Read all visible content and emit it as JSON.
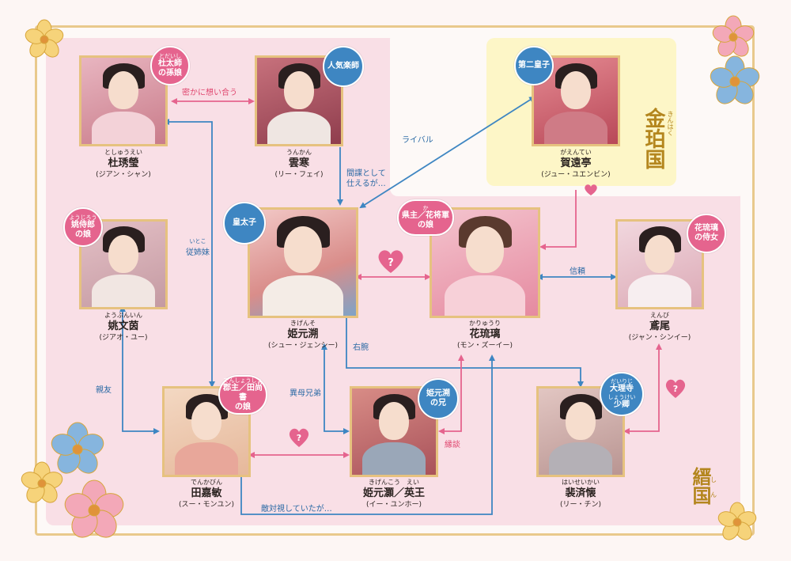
{
  "nations": {
    "kin": {
      "ruby": "きんはく",
      "name": "金珀国"
    },
    "shin": {
      "ruby": "しん",
      "name": "縉国"
    }
  },
  "characters": {
    "to": {
      "ruby": "としゅうえい",
      "name": "杜琇瑩",
      "actor": "(ジアン・シャン)"
    },
    "un": {
      "ruby": "うんかん",
      "name": "雲寒",
      "actor": "(リー・フェイ)"
    },
    "ga": {
      "ruby": "がえんてい",
      "name": "賀遠亭",
      "actor": "(ジュー・ユエンビン)"
    },
    "yo": {
      "ruby": "ようぶんいん",
      "name": "姚文茵",
      "actor": "(ジアオ・ユー)"
    },
    "ki": {
      "ruby": "きげんそ",
      "name": "姫元溯",
      "actor": "(シュー・ジェンシー)"
    },
    "ka": {
      "ruby": "かりゅうり",
      "name": "花琉璃",
      "actor": "(モン・ズーイー)"
    },
    "en": {
      "ruby": "えんび",
      "name": "鳶尾",
      "actor": "(ジャン・シンイー)"
    },
    "den": {
      "ruby": "でんかびん",
      "name": "田嘉敏",
      "actor": "(スー・モンユン)"
    },
    "ei": {
      "ruby": "きげんこう　えい",
      "name": "姫元灝／英王",
      "actor": "(イー・ユンホー)"
    },
    "hai": {
      "ruby": "はいせいかい",
      "name": "裴済懐",
      "actor": "(リー・チン)"
    }
  },
  "badges": {
    "to": {
      "small": "とだいし",
      "lines": [
        "杜太師",
        "の孫娘"
      ]
    },
    "un": {
      "small": "",
      "lines": [
        "人気楽師"
      ]
    },
    "ga": {
      "small": "",
      "lines": [
        "第二皇子"
      ]
    },
    "yo": {
      "small": "ようじろう",
      "lines": [
        "姚侍郎",
        "の娘"
      ]
    },
    "ki": {
      "small": "",
      "lines": [
        "皇太子"
      ]
    },
    "ka": {
      "small": "か",
      "lines": [
        "県主／花将軍",
        "の娘"
      ]
    },
    "en": {
      "small": "",
      "lines": [
        "花琉璃",
        "の侍女"
      ]
    },
    "den": {
      "small": "でんしょうしょ",
      "lines": [
        "郡主／田尚書",
        "の娘"
      ]
    },
    "ei": {
      "small": "",
      "lines": [
        "姫元溯",
        "の兄"
      ]
    },
    "hai": {
      "small": "だいりじ",
      "lines": [
        "大理寺",
        "少卿"
      ],
      "small2": "しょうけい"
    }
  },
  "relations": {
    "secret": "密かに想い合う",
    "rival": "ライバル",
    "spy": "間諜として",
    "spy2": "仕えるが…",
    "cousin_ruby": "いとこ",
    "cousin": "従姉妹",
    "trust": "信頼",
    "right": "右腕",
    "friend": "親友",
    "half": "異母兄弟",
    "engage": "縁談",
    "hostile": "敵対視していたが…",
    "q": "?"
  },
  "colors": {
    "blue": "#3e86c2",
    "pink": "#e5648e",
    "gold": "#b4861e"
  }
}
